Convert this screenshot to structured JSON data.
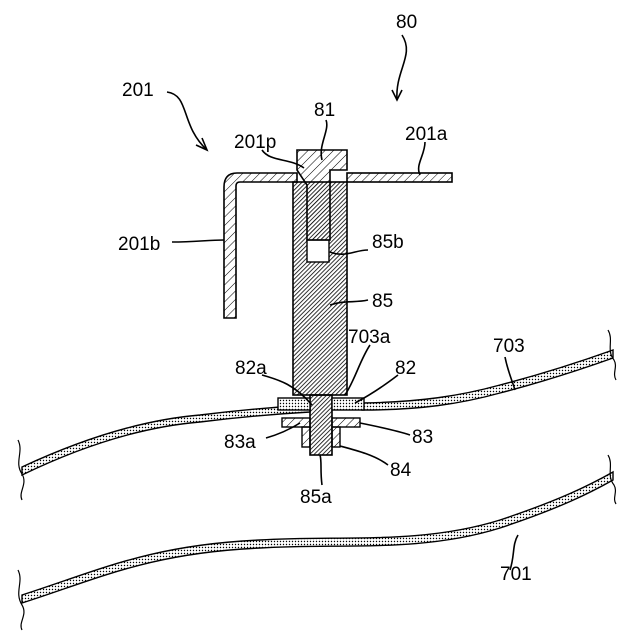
{
  "labels": {
    "ref_80": "80",
    "ref_201": "201",
    "ref_81": "81",
    "ref_201p": "201p",
    "ref_201a": "201a",
    "ref_201b": "201b",
    "ref_85b": "85b",
    "ref_85": "85",
    "ref_703a": "703a",
    "ref_703": "703",
    "ref_82a": "82a",
    "ref_82": "82",
    "ref_83a": "83a",
    "ref_83": "83",
    "ref_84": "84",
    "ref_85a": "85a",
    "ref_701": "701"
  },
  "colors": {
    "ink": "#000000",
    "background": "#ffffff"
  }
}
